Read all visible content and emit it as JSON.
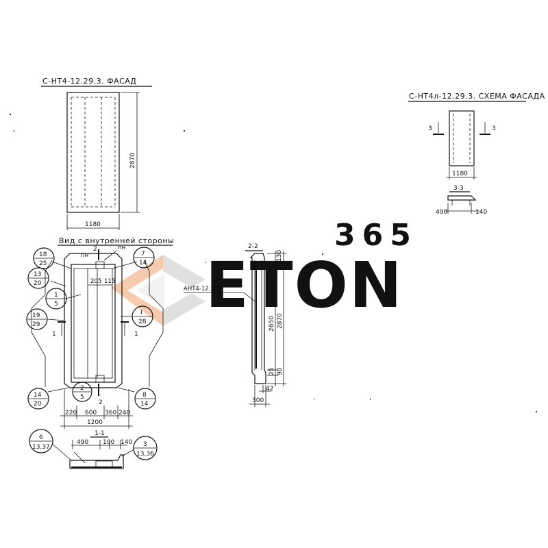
{
  "watermark": {
    "number": "365",
    "word": "ETON"
  },
  "facade": {
    "title": "С-НТ4-12.29.3. ФАСАД",
    "height_dim": "2870",
    "width_dim": "1180"
  },
  "facade_scheme": {
    "title": "С-НТ4л-12.29.3. СХЕМА ФАСАДА",
    "cut_left": "3",
    "cut_right": "3",
    "width_dim": "1180",
    "section_title": "3-3",
    "dim_left": "490",
    "dim_right": "140"
  },
  "inner_view": {
    "title": "Вид с внутренней стороны",
    "cut_top": "2",
    "cut_bottom": "2",
    "label_pn_left": "пн",
    "label_pn_right": "пн",
    "dim_205": "205",
    "dim_115": "115",
    "cut_left": "1",
    "cut_right": "1",
    "dims_bottom": [
      "220",
      "600",
      "360",
      "240"
    ],
    "total_width": "1200",
    "bubbles": [
      {
        "top": "18",
        "bottom": "25"
      },
      {
        "top": "7",
        "bottom": "14"
      },
      {
        "top": "13",
        "bottom": "20"
      },
      {
        "top": "1",
        "bottom": "5"
      },
      {
        "top": "19",
        "bottom": "29"
      },
      {
        "top": "I",
        "bottom": "28"
      },
      {
        "top": "2",
        "bottom": "5"
      },
      {
        "top": "14",
        "bottom": "20"
      },
      {
        "top": "8",
        "bottom": "14"
      }
    ]
  },
  "section_1_1": {
    "title": "1-1",
    "dims": [
      "490",
      "100",
      "140"
    ],
    "bubble_left": {
      "top": "6",
      "bottom": "13,37"
    },
    "bubble_right": {
      "top": "3",
      "bottom": "13,36"
    }
  },
  "section_2_2": {
    "title": "2-2",
    "mark": "АНТ4-12.29.3",
    "dims_vertical": [
      "130",
      "2650",
      "2870",
      "25",
      "90"
    ],
    "dim_42": "42",
    "dim_300": "300"
  }
}
